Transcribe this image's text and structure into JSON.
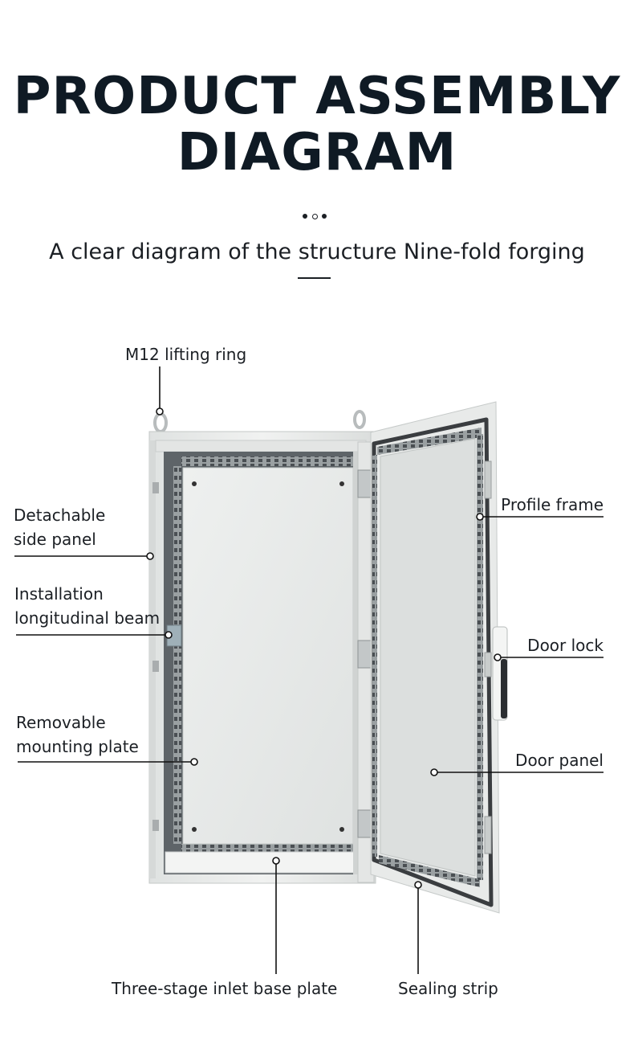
{
  "header": {
    "title_line1": "PRODUCT ASSEMBLY",
    "title_line2": "DIAGRAM",
    "subtitle": "A clear diagram of the structure Nine-fold forging"
  },
  "callouts": {
    "lifting_ring": "M12 lifting ring",
    "side_panel_1": "Detachable",
    "side_panel_2": "side panel",
    "beam_1": "Installation",
    "beam_2": "longitudinal beam",
    "mounting_plate_1": "Removable",
    "mounting_plate_2": "mounting plate",
    "profile_frame": "Profile frame",
    "door_lock": "Door lock",
    "door_panel": "Door panel",
    "base_plate": "Three-stage inlet base plate",
    "sealing_strip": "Sealing strip"
  },
  "colors": {
    "cabinet_body": "#e9ebea",
    "cabinet_shadow": "#c9cdcc",
    "seal": "#3a3d40",
    "leader": "#111111"
  }
}
